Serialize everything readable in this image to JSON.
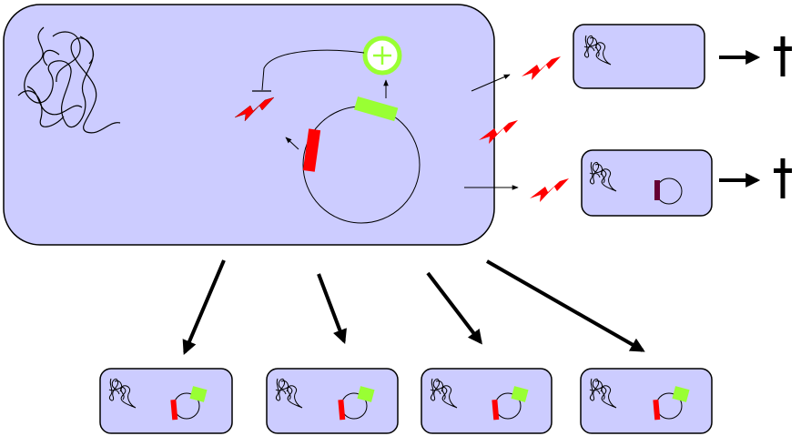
{
  "diagram": {
    "colors": {
      "cell_fill": "#ccccff",
      "cell_outline": "#000000",
      "toxin": "#ff0000",
      "antitoxin": "#99ff33",
      "degraded_toxin": "#660033",
      "arrow": "#000000"
    },
    "icons": {
      "chromosome": "tangled-line-icon",
      "plasmid": "circle-icon",
      "toxin": "lightning-bolt-icon",
      "activation": "plus-in-circle-icon",
      "cell_death": "dagger-icon",
      "inhibition": "t-bar-icon"
    },
    "parent_cell": {
      "elements": [
        "chromosome",
        "plasmid",
        "toxin-gene",
        "antitoxin-gene",
        "toxin-protein",
        "activation-symbol"
      ]
    },
    "plasmid_free_daughters": [
      {
        "id": "top",
        "contains": [
          "chromosome"
        ],
        "fate": "death"
      },
      {
        "id": "middle",
        "contains": [
          "chromosome",
          "plasmid-with-degraded-gene"
        ],
        "fate": "death"
      }
    ],
    "plasmid_bearing_daughters": [
      {
        "id": "1",
        "contains": [
          "chromosome",
          "plasmid",
          "toxin-gene",
          "antitoxin-gene"
        ]
      },
      {
        "id": "2",
        "contains": [
          "chromosome",
          "plasmid",
          "toxin-gene",
          "antitoxin-gene"
        ]
      },
      {
        "id": "3",
        "contains": [
          "chromosome",
          "plasmid",
          "toxin-gene",
          "antitoxin-gene"
        ]
      },
      {
        "id": "4",
        "contains": [
          "chromosome",
          "plasmid",
          "toxin-gene",
          "antitoxin-gene"
        ]
      }
    ]
  }
}
